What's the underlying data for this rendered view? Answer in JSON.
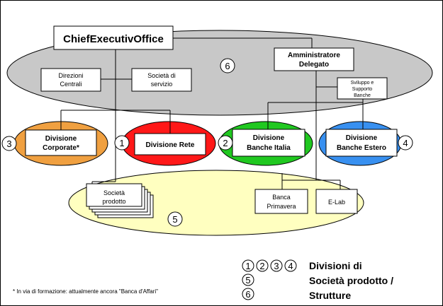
{
  "chart": {
    "ceo_label": "ChiefExecutivOffice",
    "amministratore_line1": "Amministratore",
    "amministratore_line2": "Delegato",
    "direzioni_line1": "Direzioni",
    "direzioni_line2": "Centrali",
    "servizio_line1": "Società di",
    "servizio_line2": "servizio",
    "sviluppo_line1": "Sviluppo e",
    "sviluppo_line2": "Supporto",
    "sviluppo_line3": "Banche",
    "corporate_line1": "Divisione",
    "corporate_line2": "Corporate*",
    "rete_label": "Divisione Rete",
    "italia_line1": "Divisione",
    "italia_line2": "Banche Italia",
    "estero_line1": "Divisione",
    "estero_line2": "Banche Estero",
    "prodotto_line1": "Società",
    "prodotto_line2": "prodotto",
    "primavera_line1": "Banca",
    "primavera_line2": "Primavera",
    "elab_label": "E-Lab",
    "num_1": "1",
    "num_2": "2",
    "num_3": "3",
    "num_4": "4",
    "num_5": "5",
    "num_6": "6"
  },
  "legend": {
    "line1": "Divisioni di",
    "line2": "Società prodotto /",
    "line3": "Strutture"
  },
  "footnote": "* In via di formazione: attualmente ancora \"Banca d'Affari\"",
  "colors": {
    "grey_ellipse": "#c8c8c8",
    "yellow_ellipse": "#ffffc0",
    "orange_ellipse": "#f0a040",
    "red_ellipse": "#ff1818",
    "green_ellipse": "#20c820",
    "blue_ellipse": "#3890f0"
  }
}
